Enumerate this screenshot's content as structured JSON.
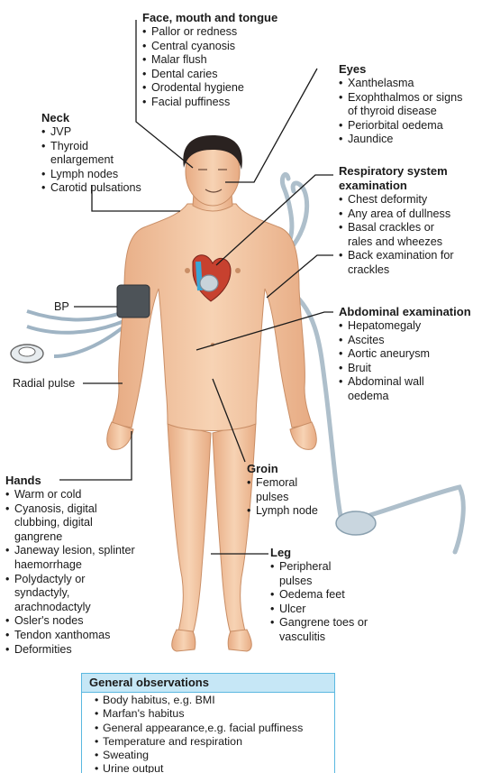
{
  "face": {
    "title": "Face, mouth and tongue",
    "items": [
      "Pallor or redness",
      "Central cyanosis",
      "Malar flush",
      "Dental caries",
      "Orodental hygiene",
      "Facial puffiness"
    ]
  },
  "eyes": {
    "title": "Eyes",
    "items": [
      "Xanthelasma",
      "Exophthalmos or signs of thyroid disease",
      "Periorbital oedema",
      "Jaundice"
    ]
  },
  "neck": {
    "title": "Neck",
    "items": [
      "JVP",
      "Thyroid enlargement",
      "Lymph nodes",
      "Carotid pulsations"
    ]
  },
  "respiratory": {
    "title": "Respiratory system examination",
    "items": [
      "Chest deformity",
      "Any area of dullness",
      "Basal crackles or rales and wheezes",
      "Back examination for crackles"
    ]
  },
  "abdominal": {
    "title": "Abdominal examination",
    "items": [
      "Hepatomegaly",
      "Ascites",
      "Aortic aneurysm",
      "Bruit",
      "Abdominal wall oedema"
    ]
  },
  "labels": {
    "bp": "BP",
    "radial_pulse": "Radial pulse"
  },
  "hands": {
    "title": "Hands",
    "items": [
      "Warm or cold",
      "Cyanosis, digital clubbing, digital gangrene",
      "Janeway lesion, splinter haemorrhage",
      "Polydactyly or syndactyly, arachnodactyly",
      "Osler's nodes",
      "Tendon xanthomas",
      "Deformities"
    ]
  },
  "groin": {
    "title": "Groin",
    "items": [
      "Femoral pulses",
      "Lymph node"
    ]
  },
  "leg": {
    "title": "Leg",
    "items": [
      "Peripheral pulses",
      "Oedema feet",
      "Ulcer",
      "Gangrene toes or vasculitis"
    ]
  },
  "general": {
    "title": "General observations",
    "items": [
      "Body habitus, e.g. BMI",
      "Marfan's habitus",
      "General appearance,e.g. facial puffiness",
      "Temperature and respiration",
      "Sweating",
      "Urine output"
    ]
  },
  "colors": {
    "skin": "#f2c6a2",
    "skin_shade": "#dc9f78",
    "hair": "#2a2220",
    "tube": "#b7c8d4",
    "accent": "#5ab8e0",
    "header_bg": "#c6e7f6"
  }
}
